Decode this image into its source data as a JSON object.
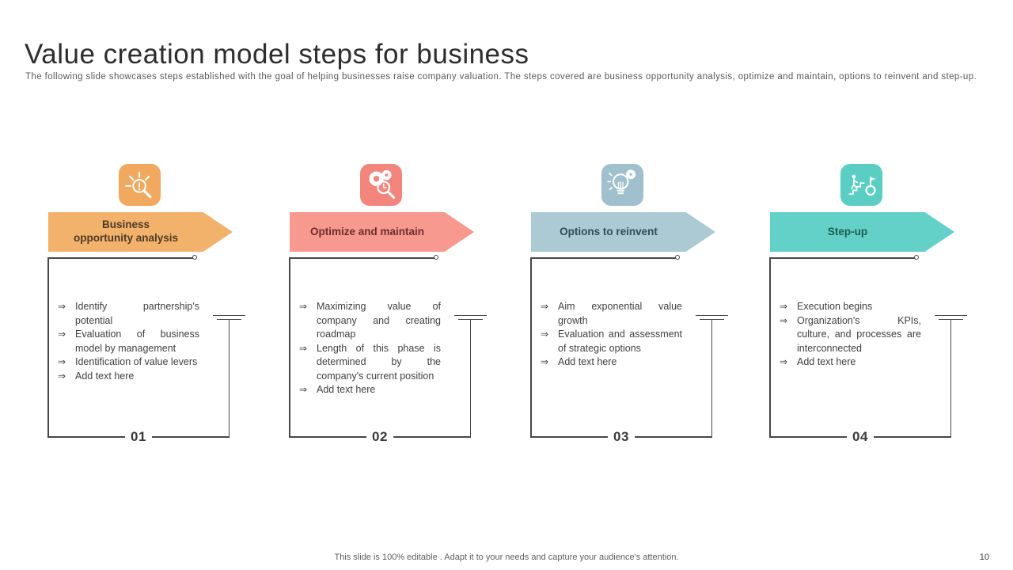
{
  "slide": {
    "title": "Value creation model steps for business",
    "subtitle": "The following slide showcases steps established with the goal of helping businesses raise company valuation. The steps covered are business opportunity analysis, optimize and maintain, options to reinvent and step-up.",
    "footer": "This slide is 100% editable . Adapt it to your needs and capture your audience's attention.",
    "page_number": "10"
  },
  "bullet_marker": "⇒",
  "steps": [
    {
      "number": "01",
      "label": "Business\nopportunity analysis",
      "icon": "magnifier-rays-icon",
      "colors": {
        "icon_bg": "#F0A95F",
        "arrow_bg": "#F2B26C",
        "label_text": "#4D3A26"
      },
      "bullets": [
        "Identify partnership's potential",
        "Evaluation of business model by management",
        "Identification of value levers",
        "Add text here"
      ]
    },
    {
      "number": "02",
      "label": "Optimize and maintain",
      "icon": "gears-magnifier-icon",
      "colors": {
        "icon_bg": "#F2857C",
        "arrow_bg": "#F8998F",
        "label_text": "#6B2D29"
      },
      "bullets": [
        "Maximizing value of company and creating roadmap",
        "Length of this phase is determined by the company's current position",
        "Add text here"
      ]
    },
    {
      "number": "03",
      "label": "Options to reinvent",
      "icon": "lightbulb-gear-icon",
      "colors": {
        "icon_bg": "#9FC0CC",
        "arrow_bg": "#ABCAD4",
        "label_text": "#2E4C56"
      },
      "bullets": [
        "Aim exponential value growth",
        "Evaluation and assessment of strategic options",
        "Add text here"
      ]
    },
    {
      "number": "04",
      "label": "Step-up",
      "icon": "stairs-flag-icon",
      "colors": {
        "icon_bg": "#5BCEC3",
        "arrow_bg": "#63D1C7",
        "label_text": "#1C5B54"
      },
      "bullets": [
        "Execution begins",
        "Organization's KPIs, culture, and processes are interconnected",
        "Add text here"
      ]
    }
  ]
}
